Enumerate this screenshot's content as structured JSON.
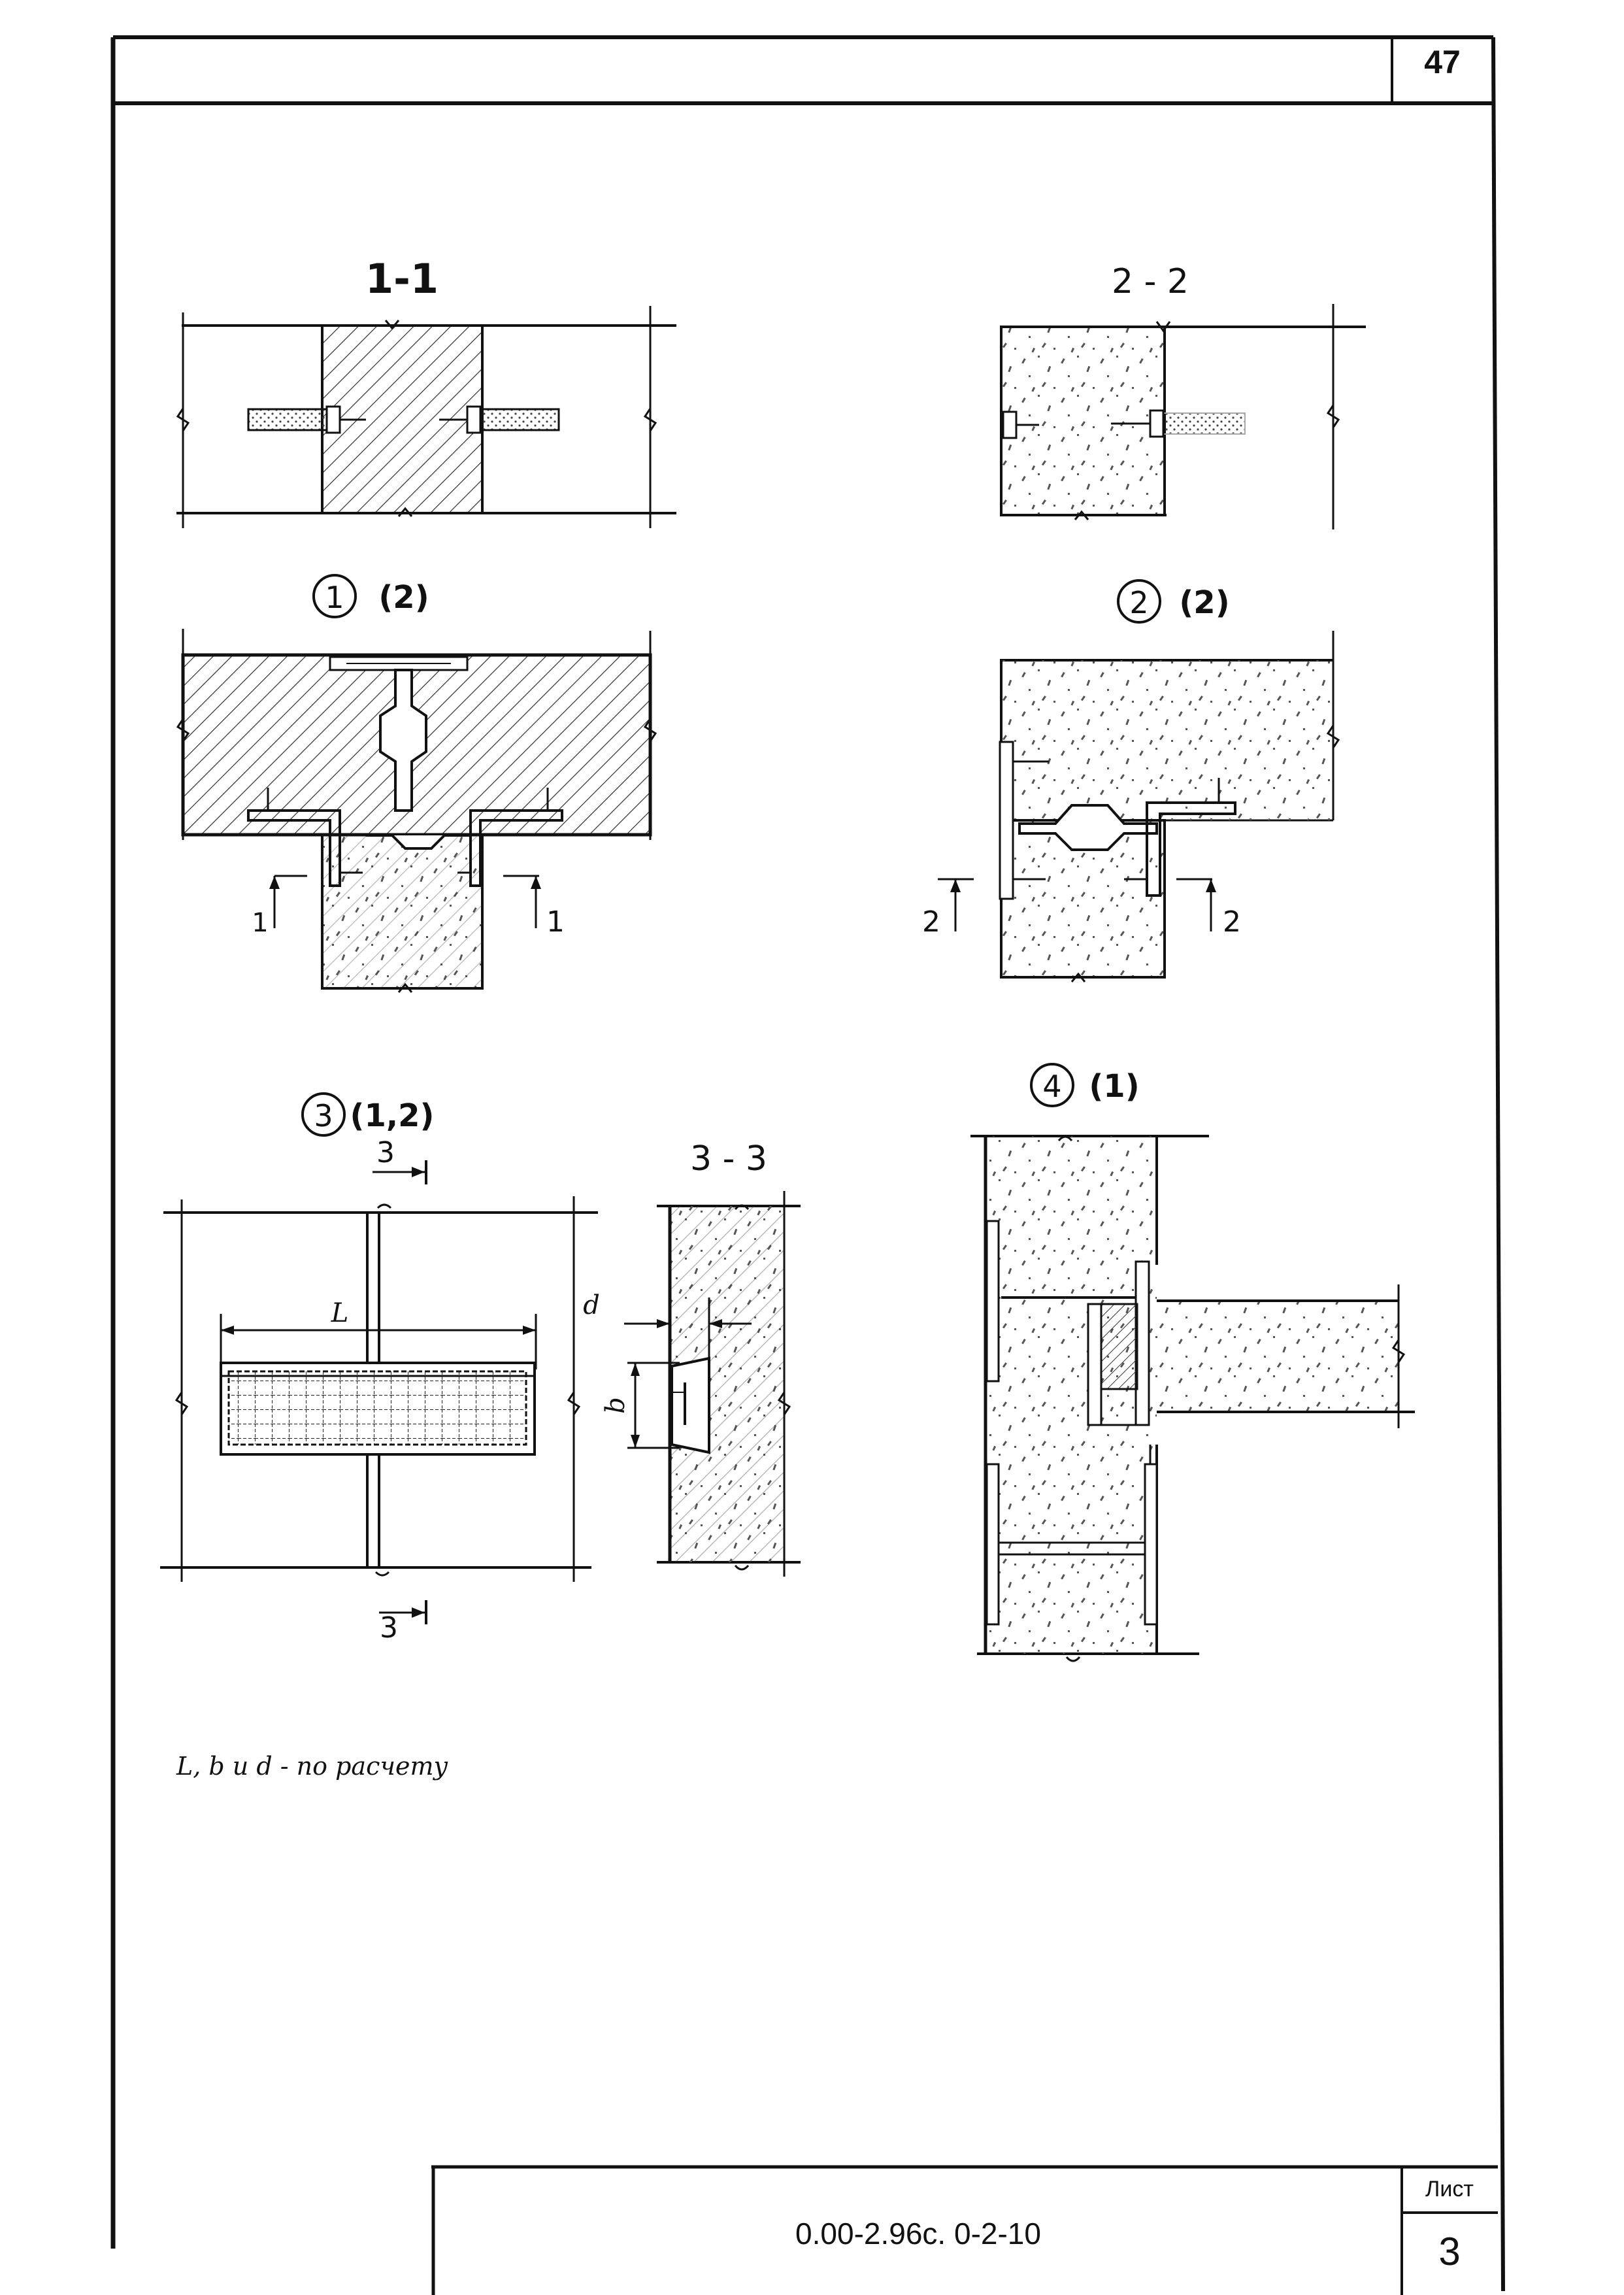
{
  "header": {
    "page_number": "47"
  },
  "details": {
    "section_1_1": "1-1",
    "section_2_2": "2 - 2",
    "detail_1": {
      "number": "1",
      "ref": "(2)"
    },
    "detail_2": {
      "number": "2",
      "ref": "(2)"
    },
    "detail_3": {
      "number": "3",
      "ref": "(1,2)"
    },
    "detail_4": {
      "number": "4",
      "ref": "(1)"
    },
    "section_3_3": "3 - 3",
    "cut_marks": {
      "cut_1_left": "1",
      "cut_1_right": "1",
      "cut_2_left": "2",
      "cut_2_right": "2",
      "cut_3_top": "3",
      "cut_3_bottom": "3"
    },
    "dimensions": {
      "L": "L",
      "d": "d",
      "b": "b"
    }
  },
  "note": "L, b и d  -  по расчету",
  "title_block": {
    "sheet_label": "Лист",
    "doc_code": "0.00-2.96с. 0-2-10",
    "sheet_number": "3"
  }
}
